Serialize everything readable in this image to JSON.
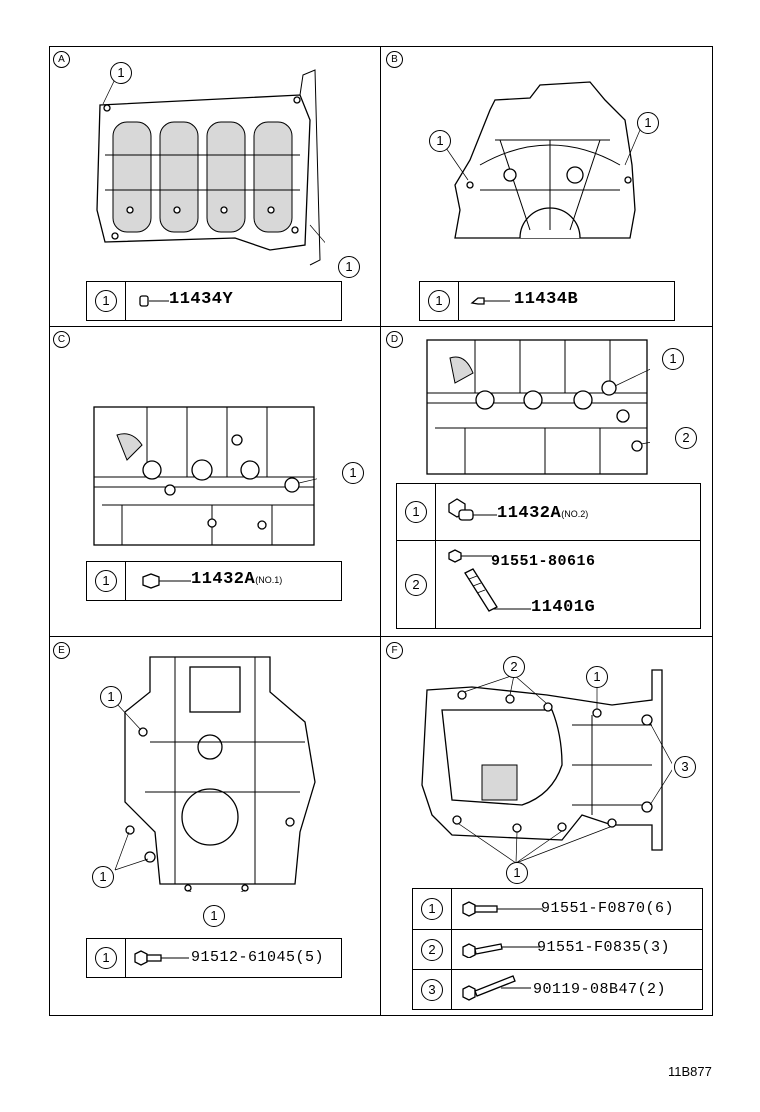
{
  "diagram_code": "11B877",
  "panels": [
    {
      "letter": "A",
      "legend": [
        {
          "index": "1",
          "part": "11434Y",
          "note": "",
          "qty": ""
        }
      ]
    },
    {
      "letter": "B",
      "legend": [
        {
          "index": "1",
          "part": "11434B",
          "note": "",
          "qty": ""
        }
      ]
    },
    {
      "letter": "C",
      "legend": [
        {
          "index": "1",
          "part": "11432A",
          "note": "(NO.1)",
          "qty": ""
        }
      ]
    },
    {
      "letter": "D",
      "legend": [
        {
          "index": "1",
          "part": "11432A",
          "note": "(NO.2)",
          "qty": ""
        },
        {
          "index": "2",
          "part": "91551-80616",
          "part2": "11401G",
          "note": "",
          "qty": ""
        }
      ]
    },
    {
      "letter": "E",
      "legend": [
        {
          "index": "1",
          "part": "91512-61045",
          "note": "",
          "qty": "(5)"
        }
      ]
    },
    {
      "letter": "F",
      "legend": [
        {
          "index": "1",
          "part": "91551-F0870",
          "note": "",
          "qty": "(6)"
        },
        {
          "index": "2",
          "part": "91551-F0835",
          "note": "",
          "qty": "(3)"
        },
        {
          "index": "3",
          "part": "90119-08B47",
          "note": "",
          "qty": "(2)"
        }
      ]
    }
  ],
  "callouts": {
    "A": [
      "1",
      "1"
    ],
    "B": [
      "1",
      "1"
    ],
    "C": [
      "1"
    ],
    "D": [
      "1",
      "2"
    ],
    "E": [
      "1",
      "1",
      "1"
    ],
    "F": [
      "2",
      "1",
      "3",
      "1"
    ]
  }
}
